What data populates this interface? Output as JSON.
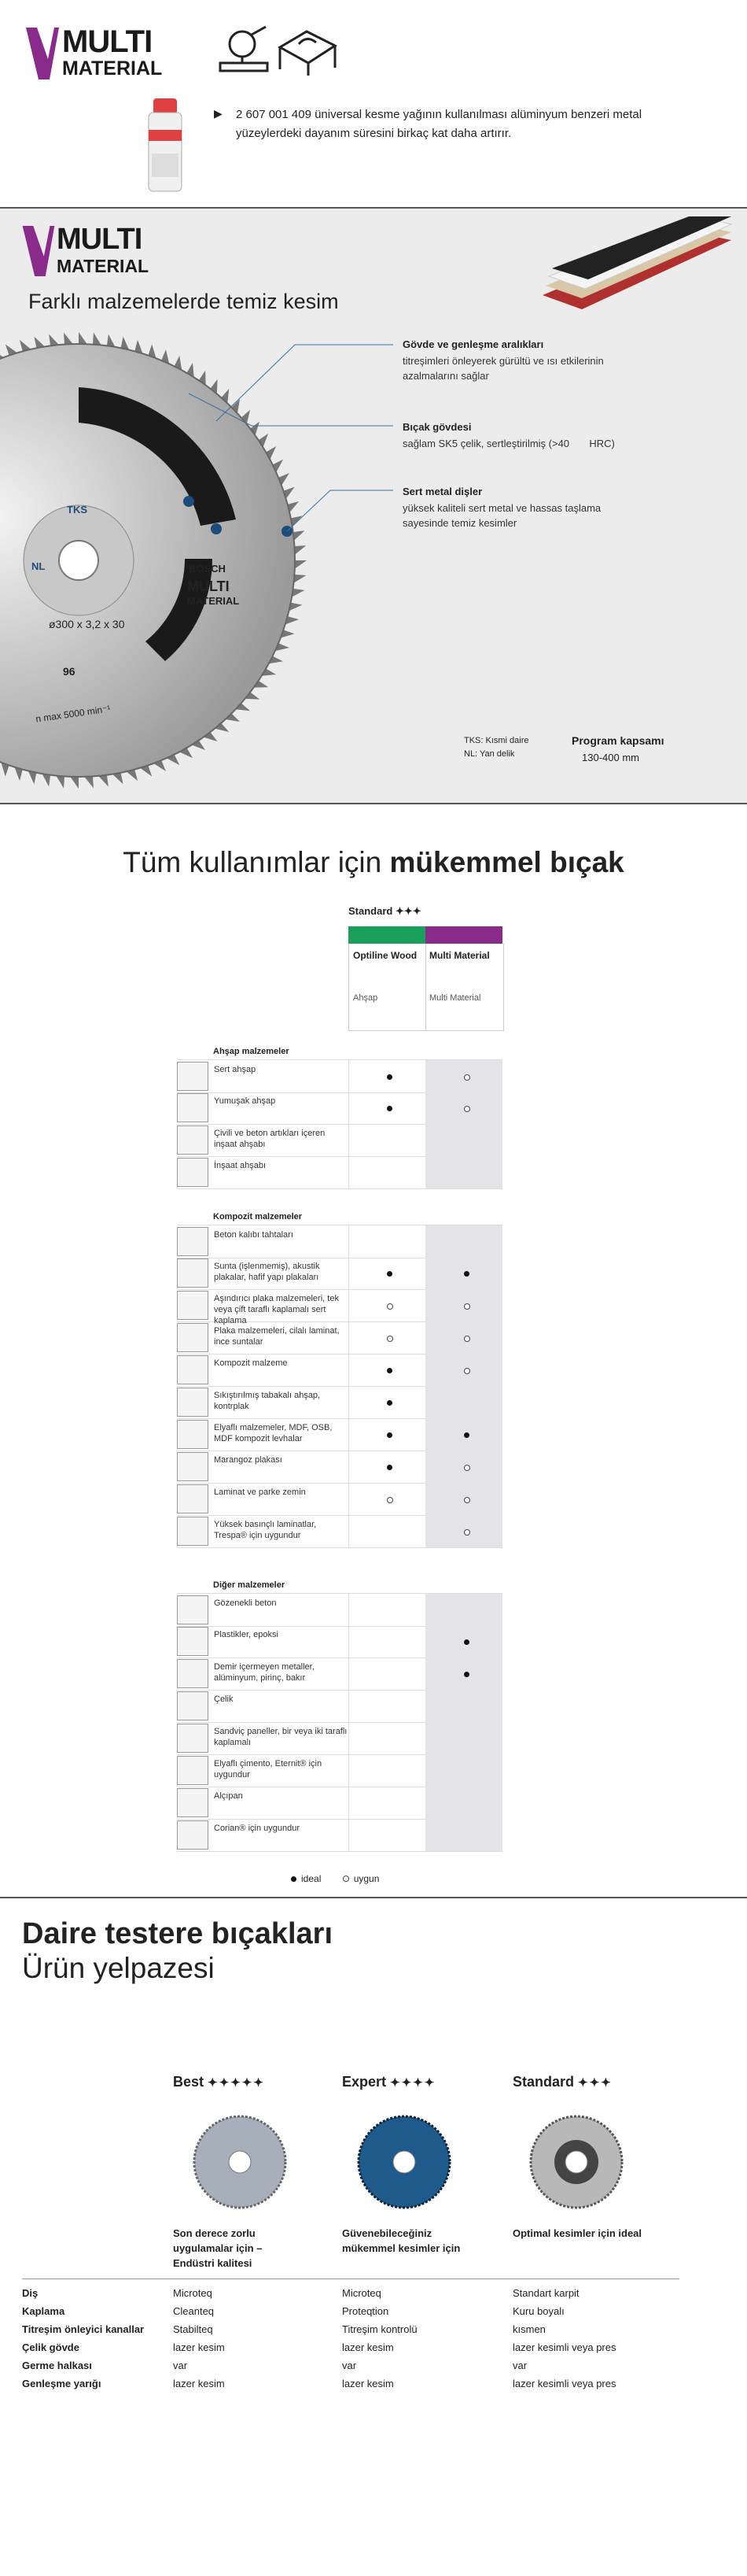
{
  "top": {
    "logo": {
      "line1": "MULTI",
      "line2": "MATERIAL"
    },
    "note": "2 607 001 409 üniversal kesme yağının kullanılması alüminyum benzeri metal yüzeylerdeki dayanım süresini birkaç kat daha artırır.",
    "note_bullet": "▶"
  },
  "feature": {
    "logo": {
      "line1": "MULTI",
      "line2": "MATERIAL"
    },
    "headline": "Farklı malzemelerde temiz kesim",
    "callouts": [
      {
        "title": "Gövde ve genleşme aralıkları",
        "text": "titreşimleri önleyerek gürültü ve ısı etkilerinin azalmalarını sağlar"
      },
      {
        "title": "Bıçak gövdesi",
        "text": "sağlam SK5 çelik, sertleştirilmiş (>40       HRC)"
      },
      {
        "title": "Sert metal dişler",
        "text": "yüksek kaliteli sert metal ve hassas taşlama sayesinde temiz kesimler"
      }
    ],
    "blade_labels": {
      "tks": "TKS",
      "nl": "NL",
      "brand": "BOSCH",
      "name1": "MULTI",
      "name2": "MATERIAL",
      "size": "ø300 x 3,2 x 30",
      "teeth": "96",
      "speed": "n max 5000 min⁻¹"
    },
    "legend": [
      "TKS: Kısmi daire",
      "NL: Yan delik"
    ],
    "program": {
      "title": "Program kapsamı",
      "range": "130-400 mm"
    }
  },
  "usage": {
    "title_plain": "Tüm kullanımlar için ",
    "title_bold": "mükemmel bıçak",
    "standard_label": "Standard",
    "standard_stars": "✦✦✦",
    "columns": [
      {
        "name": "Optiline Wood",
        "sub": "Ahşap",
        "color": "#1aa05a"
      },
      {
        "name": "Multi Material",
        "sub": "Multi Material",
        "color": "#8a2a8a"
      }
    ],
    "groups": [
      {
        "title": "Ahşap malzemeler",
        "rows": [
          {
            "label": "Sert ahşap",
            "a": "ideal",
            "b": "uygun"
          },
          {
            "label": "Yumuşak ahşap",
            "a": "ideal",
            "b": "uygun"
          },
          {
            "label": "Çivili ve beton artıkları içeren inşaat ahşabı",
            "a": "",
            "b": ""
          },
          {
            "label": "İnşaat ahşabı",
            "a": "",
            "b": ""
          }
        ]
      },
      {
        "title": "Kompozit malzemeler",
        "rows": [
          {
            "label": "Beton kalıbı tahtaları",
            "a": "",
            "b": ""
          },
          {
            "label": "Sunta (işlenmemiş), akustik plakalar, hafif yapı plakaları",
            "a": "ideal",
            "b": "ideal"
          },
          {
            "label": "Aşındırıcı plaka malzemeleri, tek veya çift taraflı kaplamalı sert kaplama",
            "a": "uygun",
            "b": "uygun"
          },
          {
            "label": "Plaka malzemeleri, cilalı laminat, ince suntalar",
            "a": "uygun",
            "b": "uygun"
          },
          {
            "label": "Kompozit malzeme",
            "a": "ideal",
            "b": "uygun"
          },
          {
            "label": "Sıkıştırılmış tabakalı ahşap, kontrplak",
            "a": "ideal",
            "b": ""
          },
          {
            "label": "Elyaflı malzemeler, MDF, OSB, MDF kompozit levhalar",
            "a": "ideal",
            "b": "ideal"
          },
          {
            "label": "Marangoz plakası",
            "a": "ideal",
            "b": "uygun"
          },
          {
            "label": "Laminat ve parke zemin",
            "a": "uygun",
            "b": "uygun"
          },
          {
            "label": "Yüksek basınçlı laminatlar, Trespa® için uygundur",
            "a": "",
            "b": "uygun"
          }
        ]
      },
      {
        "title": "Diğer malzemeler",
        "rows": [
          {
            "label": "Gözenekli beton",
            "a": "",
            "b": ""
          },
          {
            "label": "Plastikler, epoksi",
            "a": "",
            "b": "ideal"
          },
          {
            "label": "Demir içermeyen metaller, alüminyum, pirinç, bakır",
            "a": "",
            "b": "ideal"
          },
          {
            "label": "Çelik",
            "a": "",
            "b": ""
          },
          {
            "label": "Sandviç paneller, bir veya iki taraflı kaplamalı",
            "a": "",
            "b": ""
          },
          {
            "label": "Elyaflı çimento, Eternit® için uygundur",
            "a": "",
            "b": ""
          },
          {
            "label": "Alçıpan",
            "a": "",
            "b": ""
          },
          {
            "label": "Corian® için uygundur",
            "a": "",
            "b": ""
          }
        ]
      }
    ],
    "legend": {
      "ideal": "ideal",
      "suitable": "uygun"
    }
  },
  "range": {
    "title": "Daire testere bıçakları",
    "subtitle": "Ürün yelpazesi",
    "tiers": [
      {
        "name": "Best",
        "stars": "✦✦✦✦✦",
        "desc": "Son derece zorlu uygulamalar için – Endüstri kalitesi",
        "color": "#9aa4ae"
      },
      {
        "name": "Expert",
        "stars": "✦✦✦✦",
        "desc": "Güvenebileceğiniz mükemmel kesimler için",
        "color": "#1f5a8c"
      },
      {
        "name": "Standard",
        "stars": "✦✦✦",
        "desc": "Optimal kesimler için ideal",
        "color": "#a8a8a8"
      }
    ],
    "specs": [
      {
        "label": "Diş",
        "values": [
          "Microteq",
          "Microteq",
          "Standart karpit"
        ]
      },
      {
        "label": "Kaplama",
        "values": [
          "Cleanteq",
          "Proteqtion",
          "Kuru boyalı"
        ]
      },
      {
        "label": "Titreşim önleyici kanallar",
        "values": [
          "Stabilteq",
          "Titreşim kontrolü",
          "kısmen"
        ]
      },
      {
        "label": "Çelik gövde",
        "values": [
          "lazer kesim",
          "lazer kesim",
          "lazer kesimli veya pres"
        ]
      },
      {
        "label": "Germe halkası",
        "values": [
          "var",
          "var",
          "var"
        ]
      },
      {
        "label": "Genleşme yarığı",
        "values": [
          "lazer kesim",
          "lazer kesim",
          "lazer kesimli veya pres"
        ]
      }
    ]
  }
}
